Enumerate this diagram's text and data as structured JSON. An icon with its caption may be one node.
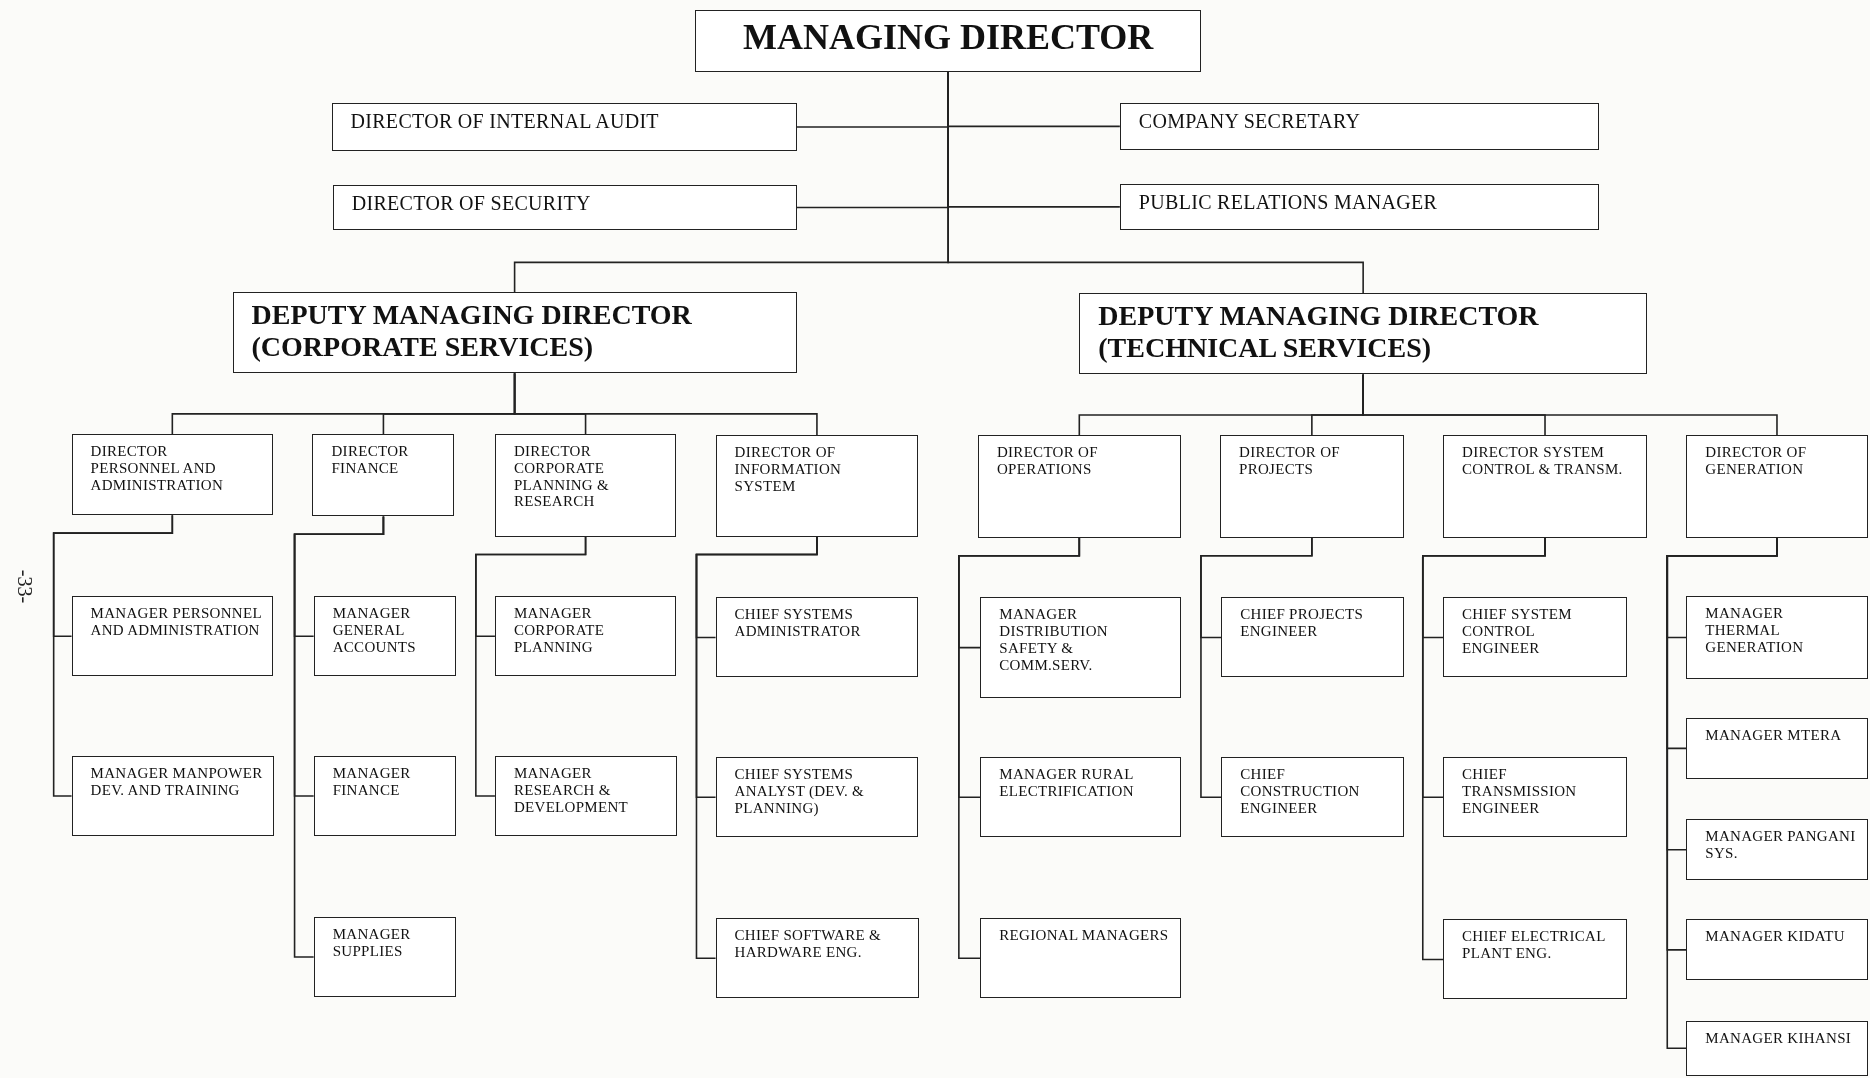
{
  "diagram": {
    "nodes": [
      {
        "text": [
          "MANAGING DIRECTOR"
        ]
      },
      {
        "text": [
          "DIRECTOR OF INTERNAL AUDIT"
        ]
      },
      {
        "text": [
          "COMPANY SECRETARY"
        ]
      },
      {
        "text": [
          "DIRECTOR OF SECURITY"
        ]
      },
      {
        "text": [
          "PUBLIC RELATIONS MANAGER"
        ]
      },
      {
        "text": [
          "DEPUTY MANAGING DIRECTOR (CORPORATE SERVICES)"
        ]
      },
      {
        "text": [
          "DEPUTY MANAGING DIRECTOR (TECHNICAL SERVICES)"
        ]
      },
      {
        "text": [
          "DIRECTOR PERSONNEL AND ADMINISTRATION"
        ]
      },
      {
        "text": [
          "DIRECTOR FINANCE"
        ]
      },
      {
        "text": [
          "DIRECTOR CORPORATE PLANNING & RESEARCH"
        ]
      },
      {
        "text": [
          "DIRECTOR OF INFORMATION SYSTEM"
        ]
      },
      {
        "text": [
          "DIRECTOR OF OPERATIONS"
        ]
      },
      {
        "text": [
          "DIRECTOR OF PROJECTS"
        ]
      },
      {
        "text": [
          "DIRECTOR SYSTEM CONTROL & TRANSM."
        ]
      },
      {
        "text": [
          "DIRECTOR OF GENERATION"
        ]
      },
      {
        "text": [
          "MANAGER PERSONNEL AND ADMINISTRATION"
        ]
      },
      {
        "text": [
          "MANAGER MANPOWER DEV. AND TRAINING"
        ]
      },
      {
        "text": [
          "MANAGER GENERAL ACCOUNTS"
        ]
      },
      {
        "text": [
          "MANAGER FINANCE"
        ]
      },
      {
        "text": [
          "MANAGER SUPPLIES"
        ]
      },
      {
        "text": [
          "MANAGER CORPORATE PLANNING"
        ]
      },
      {
        "text": [
          "MANAGER RESEARCH & DEVELOPMENT"
        ]
      },
      {
        "text": [
          "CHIEF SYSTEMS ADMINISTRATOR"
        ]
      },
      {
        "text": [
          "CHIEF SYSTEMS ANALYST (DEV. & PLANNING)"
        ]
      },
      {
        "text": [
          "CHIEF SOFTWARE & HARDWARE ENG."
        ]
      },
      {
        "text": [
          "MANAGER DISTRIBUTION SAFETY & COMM.SERV."
        ]
      },
      {
        "text": [
          "MANAGER RURAL ELECTRIFICATION"
        ]
      },
      {
        "text": [
          "REGIONAL MANAGERS"
        ]
      },
      {
        "text": [
          "CHIEF PROJECTS ENGINEER"
        ]
      },
      {
        "text": [
          "CHIEF CONSTRUCTION ENGINEER"
        ]
      },
      {
        "text": [
          "CHIEF SYSTEM CONTROL ENGINEER"
        ]
      },
      {
        "text": [
          "CHIEF TRANSMISSION ENGINEER"
        ]
      },
      {
        "text": [
          "CHIEF ELECTRICAL PLANT ENG."
        ]
      },
      {
        "text": [
          "MANAGER THERMAL GENERATION"
        ]
      },
      {
        "text": [
          "MANAGER MTERA"
        ]
      },
      {
        "text": [
          "MANAGER PANGANI SYS."
        ]
      },
      {
        "text": [
          "MANAGER KIDATU"
        ]
      },
      {
        "text": [
          "MANAGER KIHANSI"
        ]
      }
    ],
    "edges": [
      {
        "from": 0,
        "to": 1,
        "arrow": "none"
      },
      {
        "from": 0,
        "to": 2,
        "arrow": "none"
      },
      {
        "from": 0,
        "to": 3,
        "arrow": "none"
      },
      {
        "from": 0,
        "to": 4,
        "arrow": "none"
      },
      {
        "from": 0,
        "to": 5,
        "arrow": "none"
      },
      {
        "from": 0,
        "to": 6,
        "arrow": "none"
      },
      {
        "from": 5,
        "to": 7,
        "arrow": "none"
      },
      {
        "from": 5,
        "to": 8,
        "arrow": "none"
      },
      {
        "from": 5,
        "to": 9,
        "arrow": "none"
      },
      {
        "from": 5,
        "to": 10,
        "arrow": "none"
      },
      {
        "from": 6,
        "to": 11,
        "arrow": "none"
      },
      {
        "from": 6,
        "to": 12,
        "arrow": "none"
      },
      {
        "from": 6,
        "to": 13,
        "arrow": "none"
      },
      {
        "from": 6,
        "to": 14,
        "arrow": "none"
      },
      {
        "from": 7,
        "to": 15,
        "arrow": "none"
      },
      {
        "from": 7,
        "to": 16,
        "arrow": "none"
      },
      {
        "from": 8,
        "to": 17,
        "arrow": "none"
      },
      {
        "from": 8,
        "to": 18,
        "arrow": "none"
      },
      {
        "from": 8,
        "to": 19,
        "arrow": "none"
      },
      {
        "from": 9,
        "to": 20,
        "arrow": "none"
      },
      {
        "from": 9,
        "to": 21,
        "arrow": "none"
      },
      {
        "from": 10,
        "to": 22,
        "arrow": "none"
      },
      {
        "from": 10,
        "to": 23,
        "arrow": "none"
      },
      {
        "from": 10,
        "to": 24,
        "arrow": "none"
      },
      {
        "from": 11,
        "to": 25,
        "arrow": "none"
      },
      {
        "from": 11,
        "to": 26,
        "arrow": "none"
      },
      {
        "from": 11,
        "to": 27,
        "arrow": "none"
      },
      {
        "from": 12,
        "to": 28,
        "arrow": "none"
      },
      {
        "from": 12,
        "to": 29,
        "arrow": "none"
      },
      {
        "from": 13,
        "to": 30,
        "arrow": "none"
      },
      {
        "from": 13,
        "to": 31,
        "arrow": "none"
      },
      {
        "from": 13,
        "to": 32,
        "arrow": "none"
      },
      {
        "from": 14,
        "to": 33,
        "arrow": "none"
      },
      {
        "from": 14,
        "to": 34,
        "arrow": "none"
      },
      {
        "from": 14,
        "to": 35,
        "arrow": "none"
      },
      {
        "from": 14,
        "to": 36,
        "arrow": "none"
      },
      {
        "from": 14,
        "to": 37,
        "arrow": "none"
      }
    ],
    "labels": [
      "-33-"
    ]
  }
}
